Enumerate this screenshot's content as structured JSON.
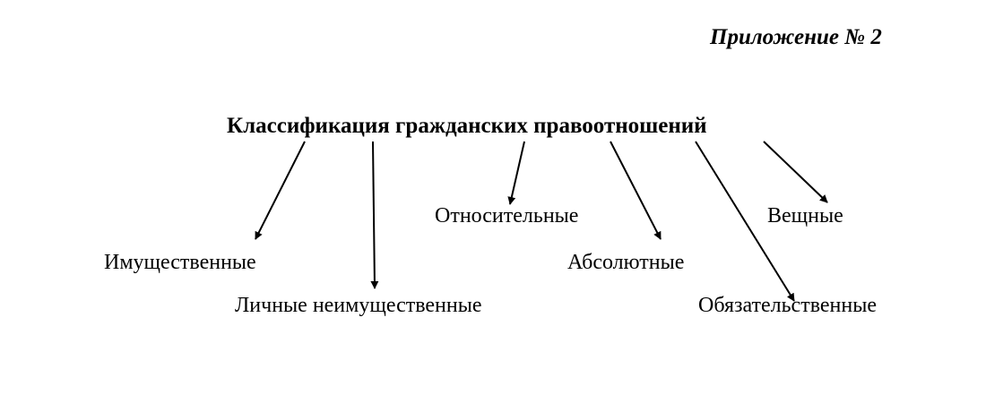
{
  "appendix_label": "Приложение № 2",
  "title": "Классификация гражданских правоотношений",
  "nodes": {
    "property": "Имущественные",
    "personal_non_property": "Личные неимущественные",
    "relative": "Относительные",
    "absolute": "Абсолютные",
    "real": "Вещные",
    "obligatory": "Обязательственные"
  },
  "colors": {
    "text": "#000000",
    "arrow": "#000000",
    "background": "#ffffff"
  }
}
